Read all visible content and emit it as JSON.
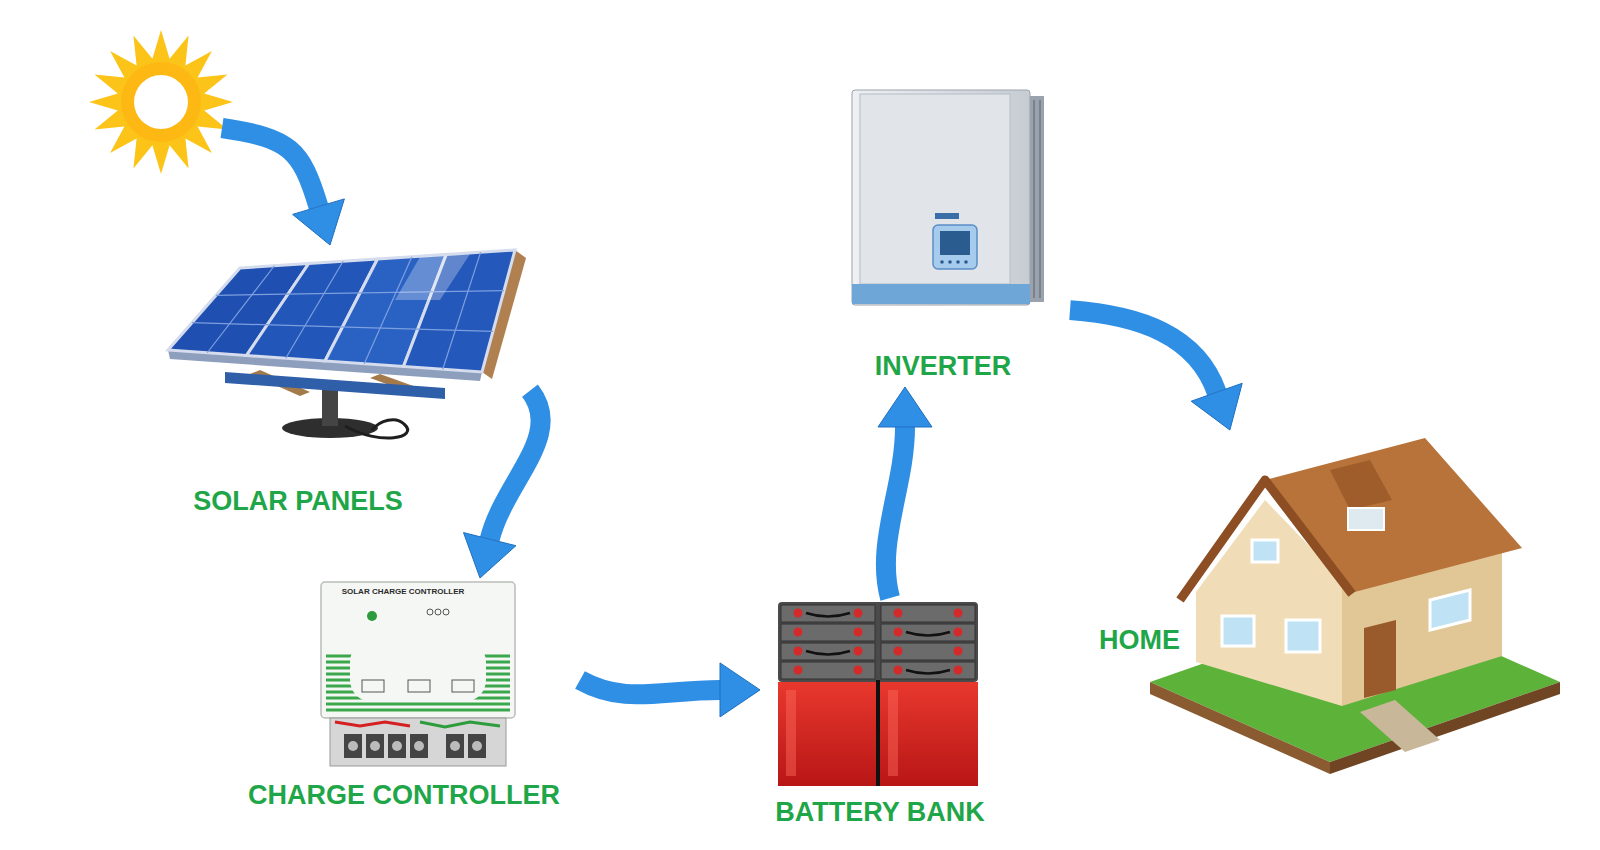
{
  "diagram": {
    "nodes": [
      {
        "text": [
          "SOLAR PANELS"
        ]
      },
      {
        "text": [
          "CHARGE CONTROLLER"
        ]
      },
      {
        "text": [
          "BATTERY BANK"
        ]
      },
      {
        "text": [
          "INVERTER"
        ]
      },
      {
        "text": [
          "HOME"
        ]
      }
    ],
    "edges": [
      {
        "from": 0,
        "to": 1,
        "arrow": "to"
      },
      {
        "from": 1,
        "to": 2,
        "arrow": "to"
      },
      {
        "from": 2,
        "to": 3,
        "arrow": "to"
      },
      {
        "from": 3,
        "to": 4,
        "arrow": "to"
      }
    ],
    "labels": [
      "SOLAR CHARGE CONTROLLER"
    ]
  }
}
